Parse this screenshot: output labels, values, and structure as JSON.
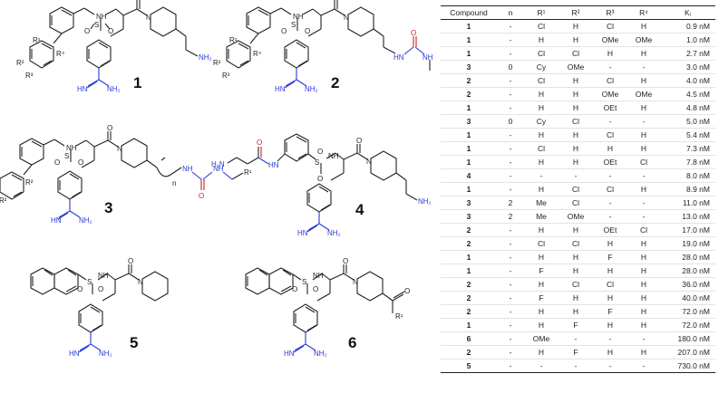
{
  "structures": [
    {
      "id": "1",
      "label": "1"
    },
    {
      "id": "2",
      "label": "2"
    },
    {
      "id": "3",
      "label": "3"
    },
    {
      "id": "4",
      "label": "4"
    },
    {
      "id": "5",
      "label": "5"
    },
    {
      "id": "6",
      "label": "6"
    }
  ],
  "atoms": {
    "nh": "NH",
    "o": "O",
    "s": "S",
    "n": "N",
    "nh2": "NH₂",
    "h2n": "H₂N",
    "hn": "HN",
    "imine_hn": "HN",
    "r1": "R¹",
    "r2": "R²",
    "r3": "R³",
    "r4": "R⁴",
    "n_sub": "n"
  },
  "table": {
    "headers": [
      "Compound",
      "n",
      "R¹",
      "R²",
      "R³",
      "R⁴",
      "Kᵢ"
    ],
    "rows": [
      [
        "1",
        "-",
        "Cl",
        "H",
        "Cl",
        "H",
        "0.9 nM"
      ],
      [
        "1",
        "-",
        "H",
        "H",
        "OMe",
        "OMe",
        "1.0 nM"
      ],
      [
        "1",
        "-",
        "Cl",
        "Cl",
        "H",
        "H",
        "2.7 nM"
      ],
      [
        "3",
        "0",
        "Cy",
        "OMe",
        "-",
        "-",
        "3.0 nM"
      ],
      [
        "2",
        "-",
        "Cl",
        "H",
        "Cl",
        "H",
        "4.0 nM"
      ],
      [
        "2",
        "-",
        "H",
        "H",
        "OMe",
        "OMe",
        "4.5 nM"
      ],
      [
        "1",
        "-",
        "H",
        "H",
        "OEt",
        "H",
        "4.8 nM"
      ],
      [
        "3",
        "0",
        "Cy",
        "Cl",
        "-",
        "-",
        "5.0 nM"
      ],
      [
        "1",
        "-",
        "H",
        "H",
        "Cl",
        "H",
        "5.4 nM"
      ],
      [
        "1",
        "-",
        "Cl",
        "H",
        "H",
        "H",
        "7.3 nM"
      ],
      [
        "1",
        "-",
        "H",
        "H",
        "OEt",
        "Cl",
        "7.8 nM"
      ],
      [
        "4",
        "-",
        "-",
        "-",
        "-",
        "-",
        "8.0 nM"
      ],
      [
        "1",
        "-",
        "H",
        "Cl",
        "Cl",
        "H",
        "8.9 nM"
      ],
      [
        "3",
        "2",
        "Me",
        "Cl",
        "-",
        "-",
        "11.0 nM"
      ],
      [
        "3",
        "2",
        "Me",
        "OMe",
        "-",
        "-",
        "13.0 nM"
      ],
      [
        "2",
        "-",
        "H",
        "H",
        "OEt",
        "Cl",
        "17.0 nM"
      ],
      [
        "2",
        "-",
        "Cl",
        "Cl",
        "H",
        "H",
        "19.0 nM"
      ],
      [
        "1",
        "-",
        "H",
        "H",
        "F",
        "H",
        "28.0 nM"
      ],
      [
        "1",
        "-",
        "F",
        "H",
        "H",
        "H",
        "28.0 nM"
      ],
      [
        "2",
        "-",
        "H",
        "Cl",
        "Cl",
        "H",
        "36.0 nM"
      ],
      [
        "2",
        "-",
        "F",
        "H",
        "H",
        "H",
        "40.0 nM"
      ],
      [
        "2",
        "-",
        "H",
        "H",
        "F",
        "H",
        "72.0 nM"
      ],
      [
        "1",
        "-",
        "H",
        "F",
        "H",
        "H",
        "72.0 nM"
      ],
      [
        "6",
        "-",
        "OMe",
        "-",
        "-",
        "-",
        "180.0 nM"
      ],
      [
        "2",
        "-",
        "H",
        "F",
        "H",
        "H",
        "207.0 nM"
      ],
      [
        "5",
        "-",
        "-",
        "-",
        "-",
        "-",
        "730.0 nM"
      ]
    ]
  }
}
